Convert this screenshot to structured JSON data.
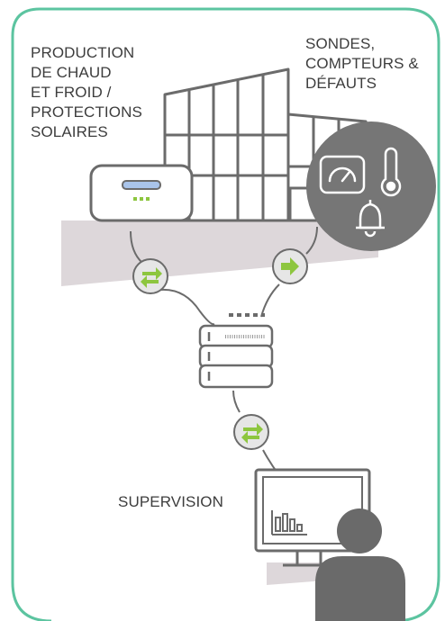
{
  "labels": {
    "production": "PRODUCTION\nDE CHAUD\nET FROID /\nPROTECTIONS\nSOLAIRES",
    "sensors": "SONDES,\nCOMPTEURS &\nDÉFAUTS",
    "supervision": "SUPERVISION"
  },
  "colors": {
    "frame_border": "#5cc4a0",
    "line_gray": "#6b6b6b",
    "ground_shadow": "#ddd7da",
    "sensor_circle": "#767676",
    "accent_green": "#8dc63f",
    "exchange_badge_fill": "#e6e6e6",
    "person_gray": "#6a6a6a",
    "controller_display": "#a9c4ea"
  },
  "icons": {
    "controller": "controller-box-icon",
    "building": "building-icon",
    "gauge": "speedometer-icon",
    "thermometer": "thermometer-icon",
    "bell": "alarm-bell-icon",
    "exchange": "bidirectional-arrows-icon",
    "one_way": "right-arrow-icon",
    "server": "server-stack-icon",
    "monitor": "monitor-with-bar-chart-icon",
    "person": "person-icon"
  }
}
